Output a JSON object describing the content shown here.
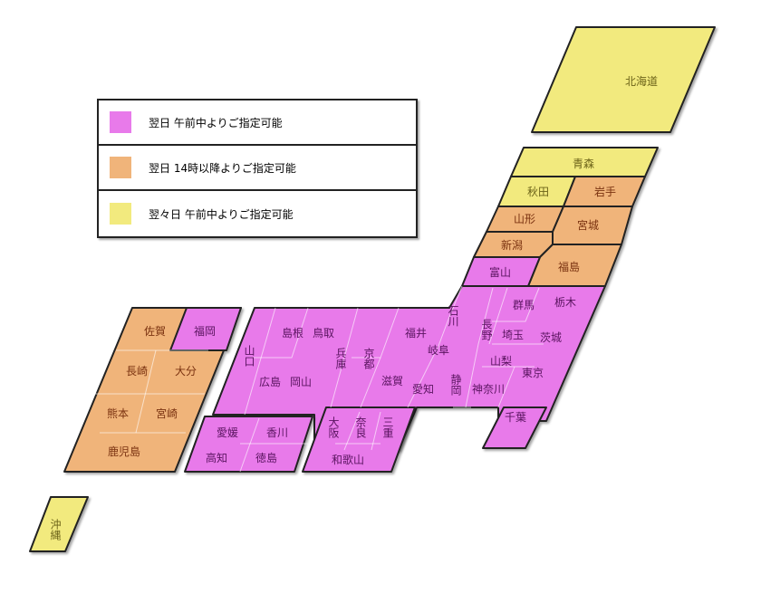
{
  "legend": {
    "items": [
      {
        "color": "#e87aea",
        "label": "翌日 午前中よりご指定可能"
      },
      {
        "color": "#f0b47a",
        "label": "翌日 14時以降よりご指定可能"
      },
      {
        "color": "#f2ea7e",
        "label": "翌々日 午前中よりご指定可能"
      }
    ]
  },
  "colors": {
    "pink": "#e87aea",
    "orange": "#f0b47a",
    "yellow": "#f2ea7e",
    "border": "#222222"
  },
  "prefectures": {
    "hokkaido": "北海道",
    "aomori": "青森",
    "akita": "秋田",
    "iwate": "岩手",
    "yamagata": "山形",
    "miyagi": "宮城",
    "niigata": "新潟",
    "fukushima": "福島",
    "toyama": "富山",
    "ishikawa": "石川",
    "nagano": "長野",
    "gunma": "群馬",
    "tochigi": "栃木",
    "saitama": "埼玉",
    "ibaraki": "茨城",
    "yamanashi": "山梨",
    "tokyo": "東京",
    "kanagawa": "神奈川",
    "chiba": "千葉",
    "fukui": "福井",
    "gifu": "岐阜",
    "shizuoka": "静岡",
    "aichi": "愛知",
    "shiga": "滋賀",
    "kyoto": "京都",
    "hyogo": "兵庫",
    "osaka": "大阪",
    "nara": "奈良",
    "mie": "三重",
    "wakayama": "和歌山",
    "tottori": "鳥取",
    "shimane": "島根",
    "okayama": "岡山",
    "hiroshima": "広島",
    "yamaguchi": "山口",
    "ehime": "愛媛",
    "kagawa": "香川",
    "kochi": "高知",
    "tokushima": "徳島",
    "fukuoka": "福岡",
    "saga": "佐賀",
    "nagasaki": "長崎",
    "oita": "大分",
    "kumamoto": "熊本",
    "miyazaki": "宮崎",
    "kagoshima": "鹿児島",
    "okinawa": "沖縄"
  }
}
